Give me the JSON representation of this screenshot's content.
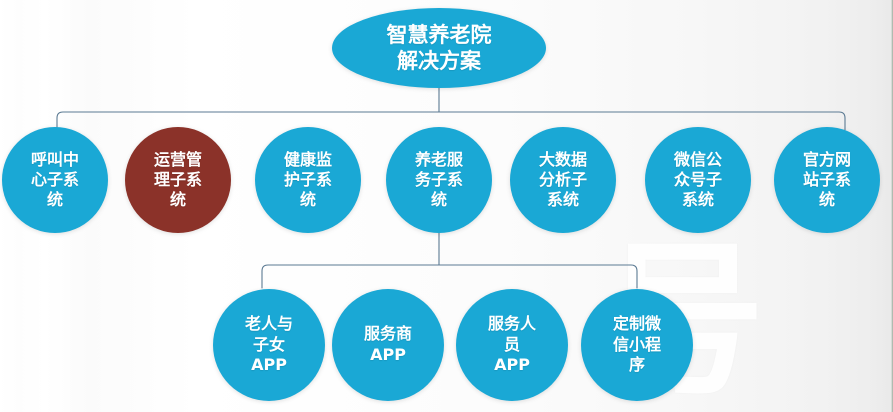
{
  "diagram": {
    "title": "智慧养老院解决方案",
    "colors": {
      "primary": "#1aa8d5",
      "accent": "#8b3229",
      "connector": "#5b7a93",
      "text": "#ffffff",
      "background": "#ffffff"
    },
    "watermark": "号",
    "root": {
      "label": "智慧养老院\n解决方案",
      "shape": "ellipse",
      "color": "#1aa8d5"
    },
    "subsystems": [
      {
        "label": "呼叫中\n心子系\n统",
        "color": "#1aa8d5"
      },
      {
        "label": "运营管\n理子系\n统",
        "color": "#8b3229"
      },
      {
        "label": "健康监\n护子系\n统",
        "color": "#1aa8d5"
      },
      {
        "label": "养老服\n务子系\n统",
        "color": "#1aa8d5"
      },
      {
        "label": "大数据\n分析子\n系统",
        "color": "#1aa8d5"
      },
      {
        "label": "微信公\n众号子\n系统",
        "color": "#1aa8d5"
      },
      {
        "label": "官方网\n站子系\n统",
        "color": "#1aa8d5"
      }
    ],
    "applications": [
      {
        "label": "老人与\n子女\nAPP",
        "color": "#1aa8d5"
      },
      {
        "label": "服务商\nAPP",
        "color": "#1aa8d5"
      },
      {
        "label": "服务人\n员\nAPP",
        "color": "#1aa8d5"
      },
      {
        "label": "定制微\n信小程\n序",
        "color": "#1aa8d5"
      }
    ]
  }
}
